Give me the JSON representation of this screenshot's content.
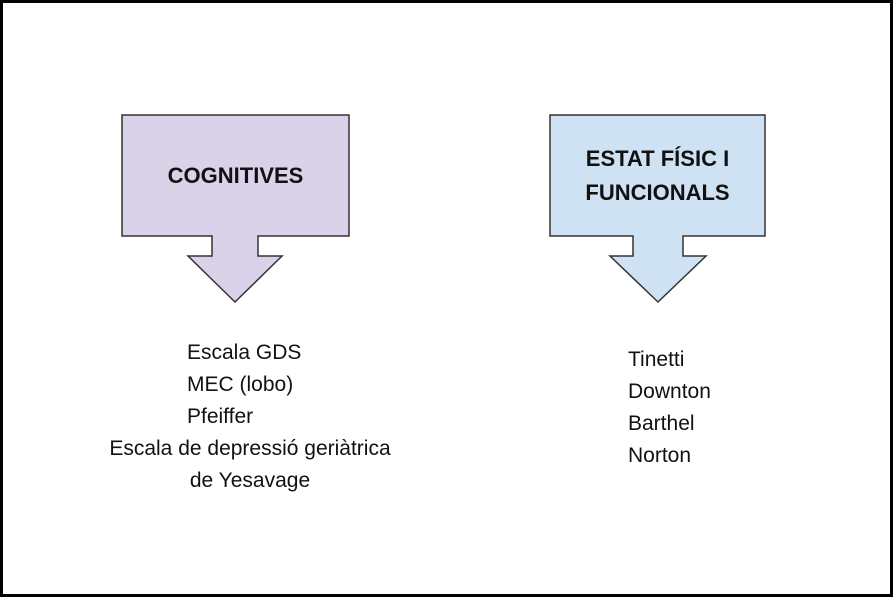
{
  "colors": {
    "left_fill": "#d9d2e9",
    "right_fill": "#cfe2f3",
    "stroke": "#333333",
    "border": "#000000"
  },
  "left": {
    "label_lines": [
      "COGNITIVES"
    ],
    "items": [
      "Escala GDS",
      "MEC (lobo)",
      "Pfeiffer",
      "Escala de depressió geriàtrica",
      "de Yesavage"
    ]
  },
  "right": {
    "label_lines": [
      "ESTAT FÍSIC I",
      "FUNCIONALS"
    ],
    "items": [
      "Tinetti",
      "Downton",
      "Barthel",
      "Norton"
    ]
  }
}
